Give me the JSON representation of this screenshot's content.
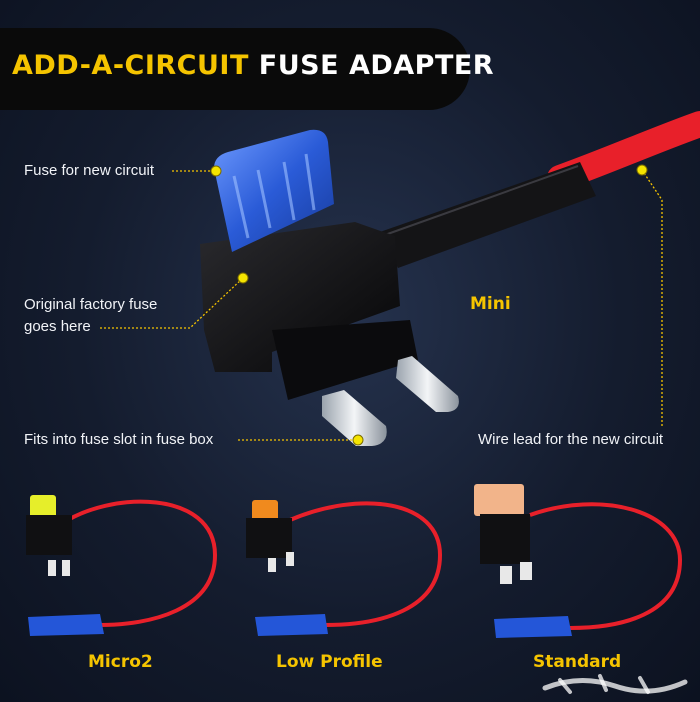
{
  "banner": {
    "title_part1": "ADD-A-CIRCUIT",
    "title_part2": "FUSE ADAPTER"
  },
  "callouts": {
    "fuse_new_circuit": "Fuse for new circuit",
    "original_fuse_line1": "Original factory fuse",
    "original_fuse_line2": "goes here",
    "fits_slot": "Fits into fuse slot in fuse box",
    "wire_lead": "Wire lead for the new circuit"
  },
  "types": {
    "main": "Mini",
    "t1": "Micro2",
    "t2": "Low Profile",
    "t3": "Standard"
  },
  "colors": {
    "accent": "#f5c400",
    "wire": "#e8202a",
    "fuse_blue": "#2a5bd7",
    "text": "#f1f3f7"
  },
  "icons": {
    "watermark": "site-watermark-logo"
  }
}
